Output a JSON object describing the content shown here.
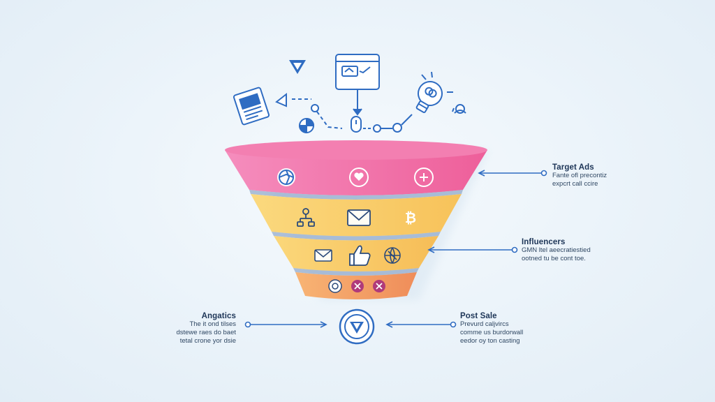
{
  "colors": {
    "line": "#2f6cc2",
    "tier1": "#f071a8",
    "tier2": "#f9cf6a",
    "tier3": "#f9c660",
    "tier4": "#f3a26a"
  },
  "callouts": {
    "target_ads": {
      "title": "Target Ads",
      "lines": [
        "Fante ofl precontiz",
        "expcrt call ccire"
      ]
    },
    "influencers": {
      "title": "Influencers",
      "lines": [
        "GMN ltel aeecratiestied",
        "ootned tu be cont toe."
      ]
    },
    "angatics": {
      "title": "Angatics",
      "lines": [
        "The it ond tilses",
        "dstewe raes do baet",
        "tetal crone yor dsie"
      ]
    },
    "post_sale": {
      "title": "Post Sale",
      "lines": [
        "Prevurd caljvircs",
        "comme us burdorwall",
        "eedor oy ton casting"
      ]
    }
  },
  "icons": {
    "top": [
      "newspaper-icon",
      "triangle-icon",
      "down-triangle-icon",
      "monitor-chart-icon",
      "pie-icon",
      "mouse-icon",
      "lightbulb-icon",
      "user-headset-icon"
    ],
    "tier1": [
      "aperture-icon",
      "heart-icon",
      "plus-icon"
    ],
    "tier2": [
      "network-icon",
      "envelope-icon",
      "bitcoin-icon"
    ],
    "tier3": [
      "envelope-icon",
      "thumbs-up-icon",
      "globe-icon"
    ],
    "tier4": [
      "badge-icon",
      "target-icon",
      "star-icon"
    ],
    "bottom": "brand-v-icon"
  }
}
